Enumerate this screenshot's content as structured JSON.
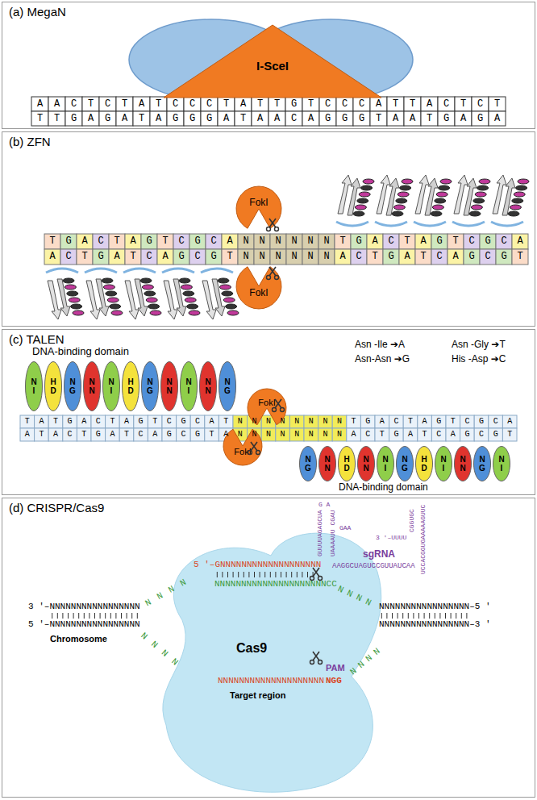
{
  "diagram": {
    "nodes": [
      {
        "text": [
          "(a) MegaN"
        ]
      },
      {
        "text": [
          "I-SceI"
        ],
        "in": 0
      },
      {
        "text": [
          "(b) ZFN"
        ]
      },
      {
        "text": [
          "FokI"
        ],
        "in": 2
      },
      {
        "text": [
          "FokI"
        ],
        "in": 2
      },
      {
        "text": [
          "(c) TALEN"
        ]
      },
      {
        "text": [
          "FokI"
        ],
        "in": 5
      },
      {
        "text": [
          "FokI"
        ],
        "in": 5
      },
      {
        "text": [
          "N I"
        ],
        "in": 5
      },
      {
        "text": [
          "H D"
        ],
        "in": 5
      },
      {
        "text": [
          "N G"
        ],
        "in": 5
      },
      {
        "text": [
          "N N"
        ],
        "in": 5
      },
      {
        "text": [
          "N I"
        ],
        "in": 5
      },
      {
        "text": [
          "H D"
        ],
        "in": 5
      },
      {
        "text": [
          "N G"
        ],
        "in": 5
      },
      {
        "text": [
          "N N"
        ],
        "in": 5
      },
      {
        "text": [
          "N I"
        ],
        "in": 5
      },
      {
        "text": [
          "N N"
        ],
        "in": 5
      },
      {
        "text": [
          "N G"
        ],
        "in": 5
      },
      {
        "text": [
          "N G"
        ],
        "in": 5
      },
      {
        "text": [
          "N N"
        ],
        "in": 5
      },
      {
        "text": [
          "H D"
        ],
        "in": 5
      },
      {
        "text": [
          "N N"
        ],
        "in": 5
      },
      {
        "text": [
          "N I"
        ],
        "in": 5
      },
      {
        "text": [
          "N G"
        ],
        "in": 5
      },
      {
        "text": [
          "H D"
        ],
        "in": 5
      },
      {
        "text": [
          "N I"
        ],
        "in": 5
      },
      {
        "text": [
          "N N"
        ],
        "in": 5
      },
      {
        "text": [
          "N G"
        ],
        "in": 5
      },
      {
        "text": [
          "N I"
        ],
        "in": 5
      },
      {
        "text": [
          "(d) CRISPR/Cas9"
        ]
      },
      {
        "text": [
          "Cas9"
        ],
        "in": 30
      }
    ],
    "labels": [
      "AACTCTATCCCTATTGTCCCATTACTCT",
      "TTGAGATAGGGATAACAGGGTAATGAGA",
      "TGACTAGTCGCANNNNNNTGACTAGTCGCA",
      "ACTGATCAGCGTNNNNNNACTGATCAGCGT",
      "DNA-binding domain",
      "Asn -Ile ➔A",
      "Asn -Gly ➔T",
      "Asn-Asn ➔G",
      "His -Asp ➔C",
      "TATGACTAGTCGCATNNNNNNNNTGACTAGTCGCA",
      "ATACTGATCAGCGTANNNNNNNNACTGATCAGCGT",
      "DNA-binding domain",
      "3 '–NNNNNNNNNNNNNNNNN",
      "5 '–NNNNNNNNNNNNNNNNN",
      "NNNNNNNNNNNNNNNNN–5 '",
      "NNNNNNNNNNNNNNNNN–3 '",
      "Chromosome",
      "5 '–GNNNNNNNNNNNNNNNNNNN",
      "NNNNNNNNNNNNNNNNNNNNNCC",
      "NNNNNNNNNNNNNNNNNNNN",
      "NGG",
      "PAM",
      "Target region",
      "GUUUUAGAGCUA",
      "UAAAAUU CGAU",
      "G A",
      "GAA",
      "AAGGCUAGUCCGUUAUCAA",
      "sgRNA",
      "3 '–UUUU",
      "UCCACGGUGAAAAAGUUC",
      "CGGUGC",
      "NNNN",
      "NNNN",
      "NNNN",
      "NNNN"
    ]
  }
}
